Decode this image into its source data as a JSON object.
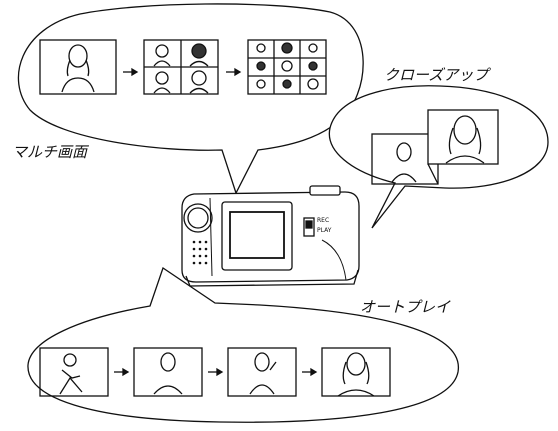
{
  "labels": {
    "multi_screen": "マルチ画面",
    "closeup": "クローズアップ",
    "autoplay": "オートプレイ"
  },
  "camera": {
    "switch_rec": "REC",
    "switch_play": "PLAY"
  },
  "colors": {
    "line": "#111111",
    "background": "#ffffff"
  }
}
